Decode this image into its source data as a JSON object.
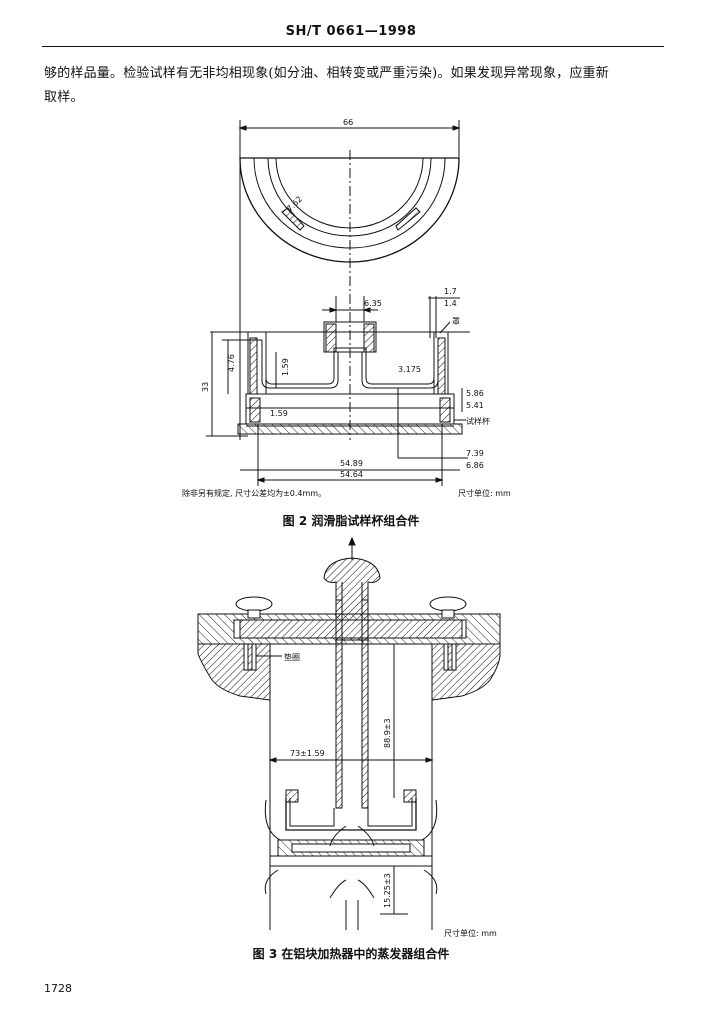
{
  "header": "SH/T 0661—1998",
  "paragraph": {
    "line1": "够的样品量。检验试样有无非均相现象(如分油、相转变或严重污染)。如果发现异常现象，应重新",
    "line2": "取样。"
  },
  "fig2": {
    "caption": "图 2    润滑脂试样杯组合件",
    "note": "除非另有规定, 尺寸公差均为±0.4mm。",
    "unit": "尺寸单位: mm",
    "labels": {
      "d66": "66",
      "d762": "7.62",
      "d635": "6.35",
      "d17": "1.7",
      "d14": "1.4",
      "cover": "罩",
      "d476": "4.76",
      "d159a": "1.59",
      "d3175": "3.175",
      "d33": "33",
      "d586": "5.86",
      "d541": "5.41",
      "d159b": "1.59",
      "cup": "试样杯",
      "d739": "7.39",
      "d686": "6.86",
      "d5489": "54.89",
      "d5464": "54.64"
    }
  },
  "fig3": {
    "caption": "图 3    在铝块加热器中的蒸发器组合件",
    "unit": "尺寸单位: mm",
    "labels": {
      "gasket": "垫圈",
      "d73": "73±1.59",
      "d889": "88.9±3",
      "d1525": "15.25±3"
    }
  },
  "page_number": "1728"
}
